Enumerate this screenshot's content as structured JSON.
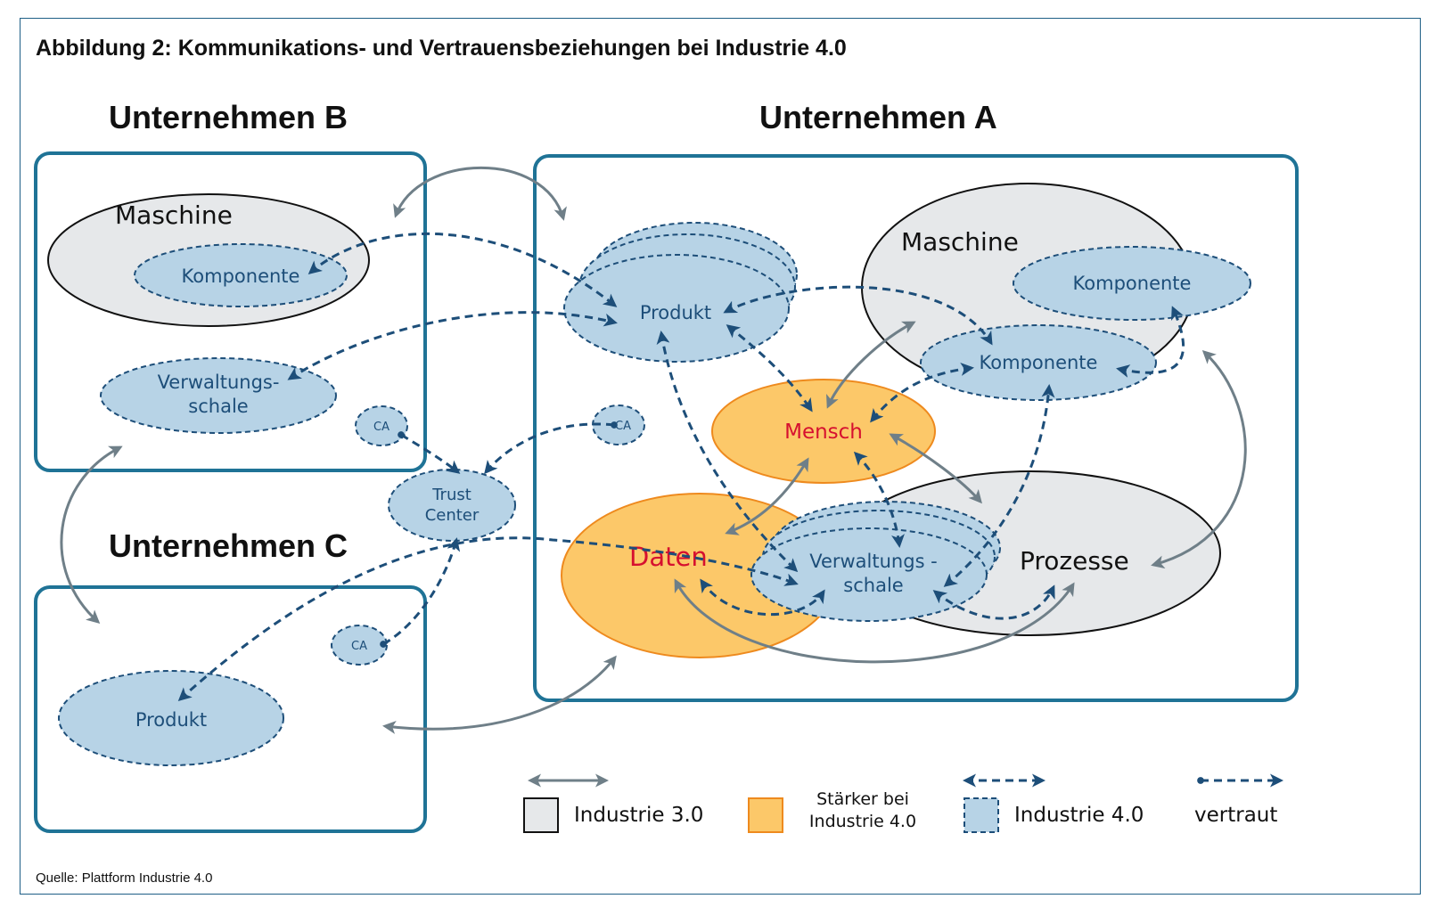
{
  "title": "Abbildung 2: Kommunikations- und Vertrauensbeziehungen bei Industrie 4.0",
  "source": "Quelle: Plattform Industrie 4.0",
  "colors": {
    "industrie_3_0": "#e6e8ea",
    "staerker_bei_industrie_4_0": "#fcc869",
    "industrie_4_0": "#b7d3e6",
    "frame": "#1f7396",
    "label_blue": "#1d4e79",
    "label_red": "#d6102f"
  },
  "company_b": {
    "title": "Unternehmen B",
    "maschine": "Maschine",
    "komponente": "Komponente",
    "verwaltung_line1": "Verwaltungs-",
    "verwaltung_line2": "schale",
    "ca": "CA"
  },
  "company_c": {
    "title": "Unternehmen C",
    "produkt": "Produkt",
    "ca": "CA"
  },
  "trust_center": {
    "line1": "Trust",
    "line2": "Center"
  },
  "company_a": {
    "title": "Unternehmen A",
    "produkt": "Produkt",
    "ca": "CA",
    "maschine": "Maschine",
    "komponente_top": "Komponente",
    "komponente": "Komponente",
    "mensch": "Mensch",
    "daten": "Daten",
    "verwaltung_line1": "Verwaltungs -",
    "verwaltung_line2": "schale",
    "prozesse": "Prozesse"
  },
  "legend": {
    "industrie_3_0": "Industrie 3.0",
    "staerker_line1": "Stärker bei",
    "staerker_line2": "Industrie 4.0",
    "industrie_4_0": "Industrie 4.0",
    "vertraut": "vertraut"
  }
}
